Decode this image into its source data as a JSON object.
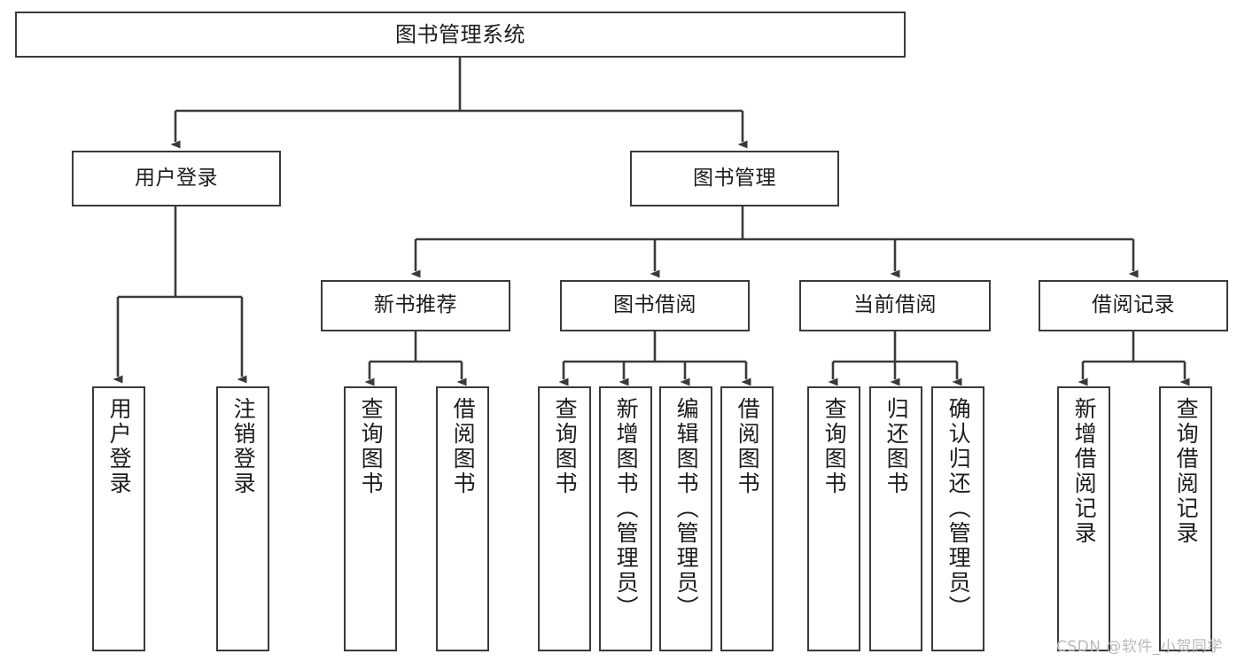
{
  "diagram": {
    "type": "tree-hierarchy",
    "title": "图书管理系统",
    "watermark": "CSDN @软件_小贺同学",
    "colors": {
      "border": "#3a3a3a",
      "background": "#ffffff",
      "text": "#1c1c1c",
      "watermark": "#b9b9b9"
    },
    "nodes": {
      "root": {
        "label": "图书管理系统"
      },
      "level2": [
        {
          "id": "user-login",
          "label": "用户登录"
        },
        {
          "id": "book-manage",
          "label": "图书管理"
        }
      ],
      "level3": [
        {
          "id": "new-book-recommend",
          "label": "新书推荐"
        },
        {
          "id": "book-borrow",
          "label": "图书借阅"
        },
        {
          "id": "current-borrow",
          "label": "当前借阅"
        },
        {
          "id": "borrow-record",
          "label": "借阅记录"
        }
      ],
      "leaves": {
        "user-login": [
          {
            "id": "leaf-user-login",
            "label": "用户登录"
          },
          {
            "id": "leaf-logout-login",
            "label": "注销登录"
          }
        ],
        "new-book-recommend": [
          {
            "id": "leaf-query-book-1",
            "label": "查询图书"
          },
          {
            "id": "leaf-borrow-book-1",
            "label": "借阅图书"
          }
        ],
        "book-borrow": [
          {
            "id": "leaf-query-book-2",
            "label": "查询图书"
          },
          {
            "id": "leaf-add-book-admin",
            "label": "新增图书（管理员）"
          },
          {
            "id": "leaf-edit-book-admin",
            "label": "编辑图书（管理员）"
          },
          {
            "id": "leaf-borrow-book-2",
            "label": "借阅图书"
          }
        ],
        "current-borrow": [
          {
            "id": "leaf-query-book-3",
            "label": "查询图书"
          },
          {
            "id": "leaf-return-book",
            "label": "归还图书"
          },
          {
            "id": "leaf-confirm-return-admin",
            "label": "确认归还（管理员）"
          }
        ],
        "borrow-record": [
          {
            "id": "leaf-add-borrow-record",
            "label": "新增借阅记录"
          },
          {
            "id": "leaf-query-borrow-record",
            "label": "查询借阅记录"
          }
        ]
      }
    }
  }
}
